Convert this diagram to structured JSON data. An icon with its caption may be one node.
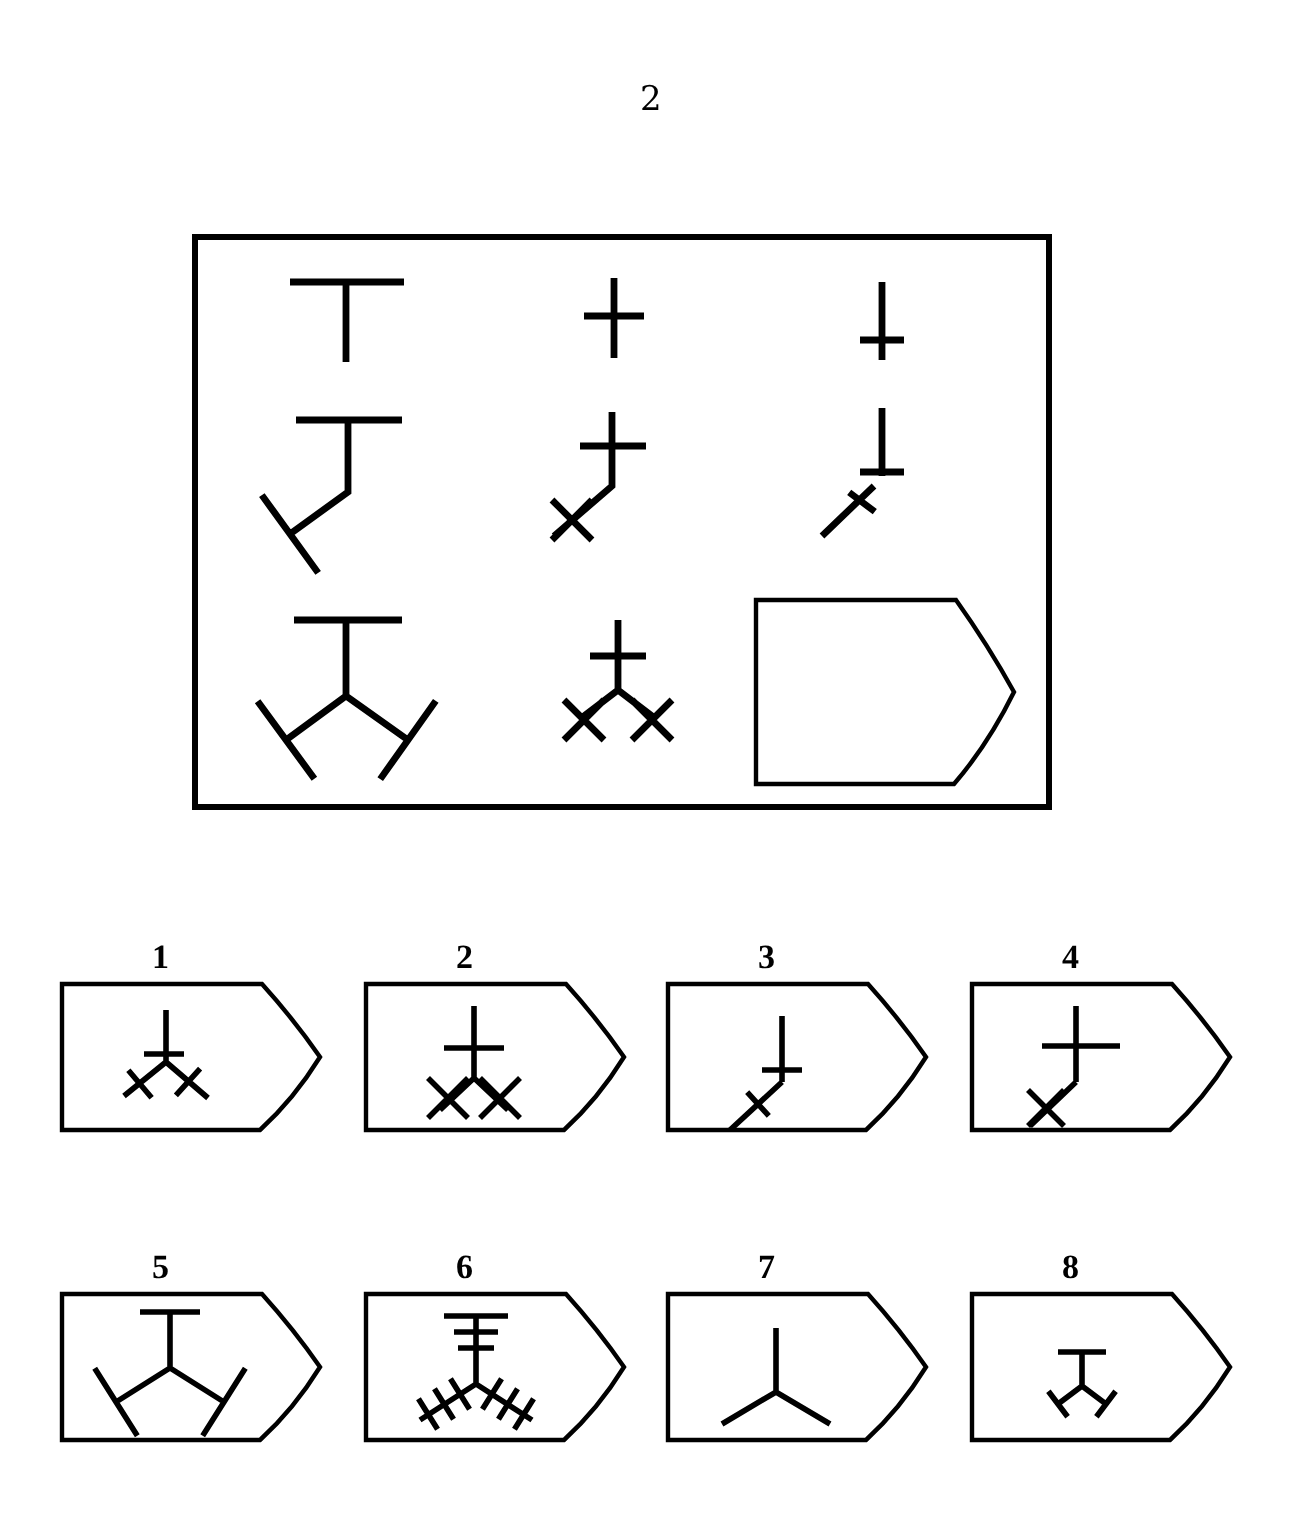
{
  "diagram": {
    "nodes": [
      {
        "text": [],
        "shape": "box"
      },
      {
        "text": [],
        "shape": "box",
        "in": 0
      },
      {
        "text": [],
        "shape": "box",
        "beside": [
          "1"
        ]
      },
      {
        "text": [],
        "shape": "box",
        "beside": [
          "2"
        ]
      },
      {
        "text": [],
        "shape": "box",
        "beside": [
          "3"
        ]
      },
      {
        "text": [],
        "shape": "box",
        "beside": [
          "4"
        ]
      },
      {
        "text": [],
        "shape": "box",
        "beside": [
          "5"
        ]
      },
      {
        "text": [],
        "shape": "box",
        "beside": [
          "6"
        ]
      },
      {
        "text": [],
        "shape": "box",
        "beside": [
          "7"
        ]
      },
      {
        "text": [],
        "shape": "box",
        "beside": [
          "8"
        ]
      }
    ],
    "labels": [
      "2"
    ]
  }
}
